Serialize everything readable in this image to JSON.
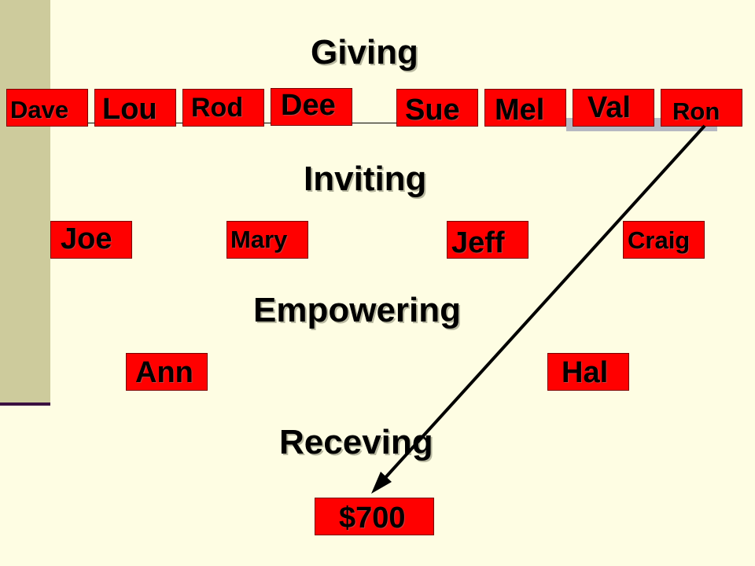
{
  "headings": {
    "giving": "Giving",
    "inviting": "Inviting",
    "empowering": "Empowering",
    "receiving": "Receving"
  },
  "giving_row": [
    "Dave",
    "Lou",
    "Rod",
    "Dee",
    "Sue",
    "Mel",
    "Val",
    "Ron"
  ],
  "inviting_row": [
    "Joe",
    "Mary",
    "Jeff",
    "Craig"
  ],
  "empowering_row": [
    "Ann",
    "Hal"
  ],
  "receiving_amount": "$700",
  "colors": {
    "background": "#fefde3",
    "box": "#ff0000",
    "sidebar": "#cdcb9c",
    "sidebar_rule": "#3a1040"
  }
}
